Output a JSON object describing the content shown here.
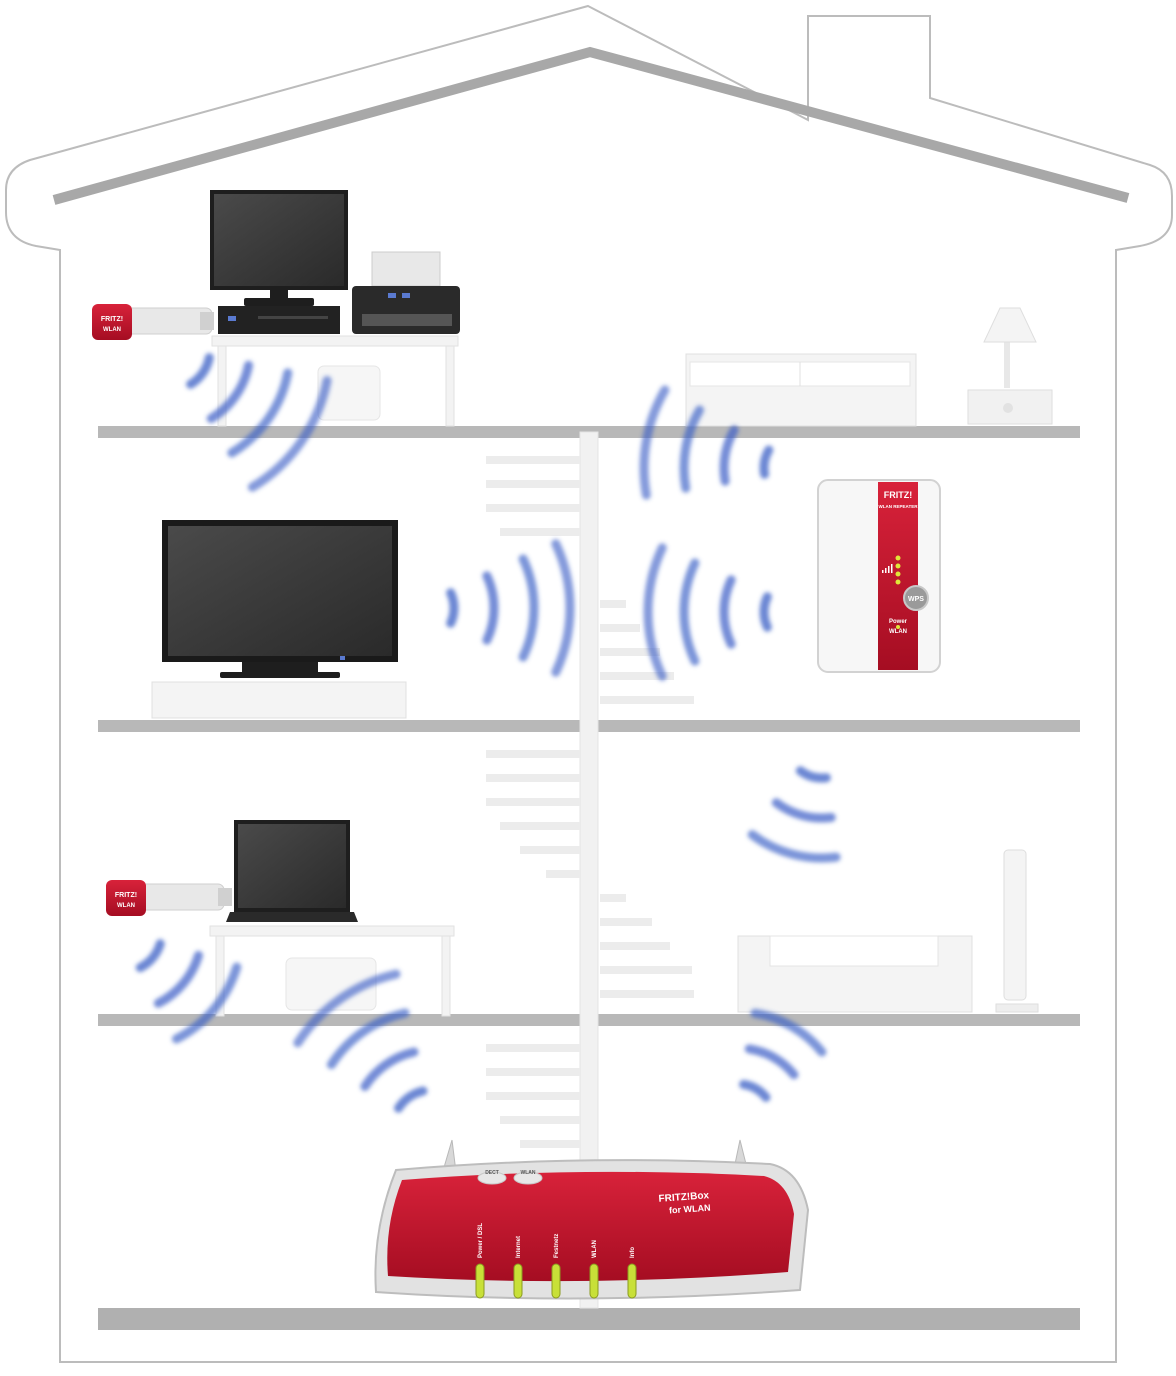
{
  "router": {
    "brand_line1": "FRITZ!Box",
    "brand_line2": "for WLAN",
    "button_labels": [
      "DECT",
      "WLAN"
    ],
    "led_labels": [
      "Power / DSL",
      "Internet",
      "Festnetz",
      "WLAN",
      "Info"
    ],
    "body_color": "#c1122a",
    "led_color": "#c8e038"
  },
  "repeater": {
    "brand": "FRITZ!",
    "subtitle": "WLAN REPEATER",
    "wps_label": "WPS",
    "power_label": "Power",
    "wlan_label": "WLAN",
    "body_color": "#c1122a"
  },
  "usb_stick": {
    "brand": "FRITZ!",
    "subtitle": "WLAN"
  },
  "icons": [
    "house-outline",
    "router-icon",
    "repeater-icon",
    "usb-wlan-stick-icon",
    "desktop-monitor-icon",
    "printer-icon",
    "tv-icon",
    "laptop-icon",
    "bed-icon",
    "lamp-icon",
    "sofa-icon",
    "speaker-icon",
    "staircase",
    "wifi-signal-wave"
  ],
  "colors": {
    "wave": "#3a5fc6",
    "floor": "#b4b4b4",
    "house_outline": "#a8a8a8"
  }
}
